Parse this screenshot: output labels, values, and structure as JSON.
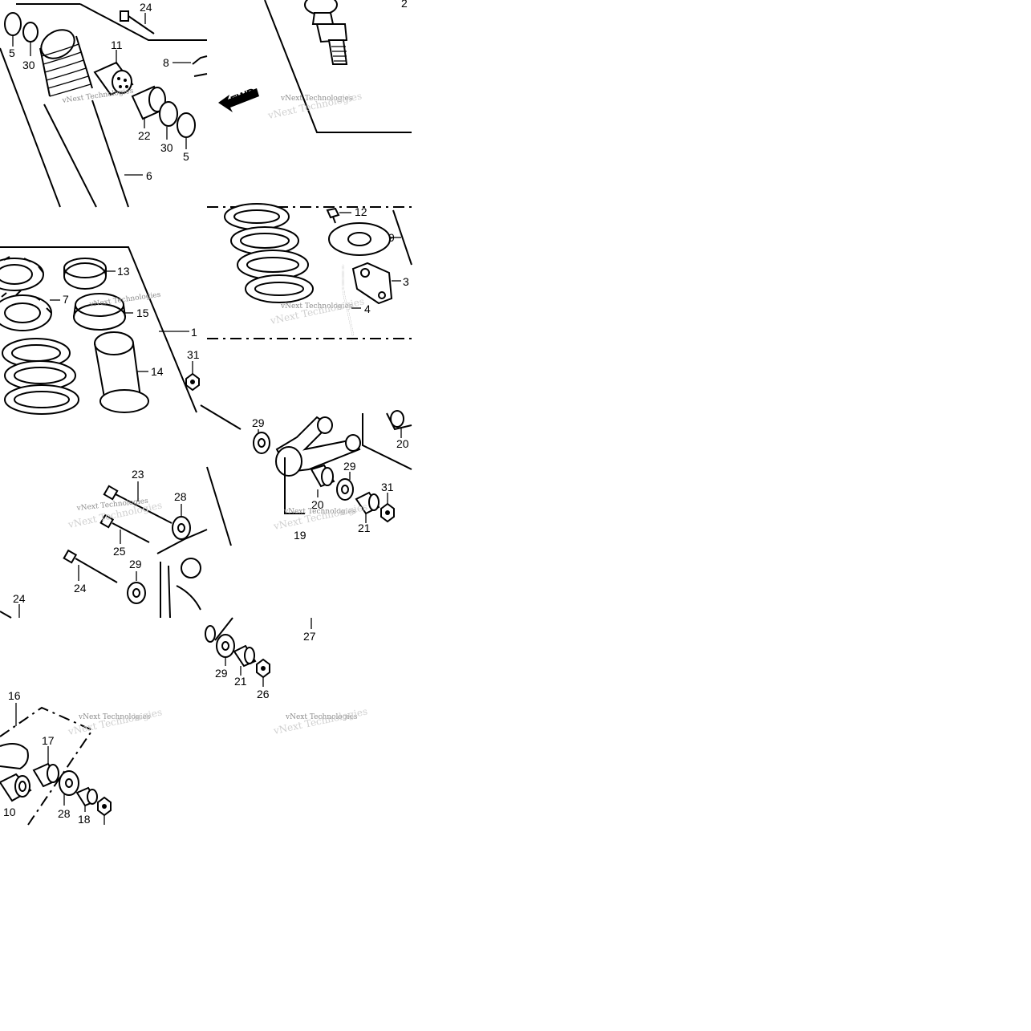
{
  "diagram": {
    "labels": {
      "l5a": "5",
      "l30a": "30",
      "l24a": "24",
      "l11": "11",
      "l8": "8",
      "l22": "22",
      "l30b": "30",
      "l5b": "5",
      "l6": "6",
      "l2": "2",
      "l12": "12",
      "l9": "9",
      "l3": "3",
      "l4": "4",
      "l13": "13",
      "l7": "7",
      "l15": "15",
      "l1": "1",
      "l31a": "31",
      "l14": "14",
      "l29a": "29",
      "l20a": "20",
      "l29b": "29",
      "l31b": "31",
      "l20b": "20",
      "l21a": "21",
      "l19": "19",
      "l23": "23",
      "l28a": "28",
      "l25": "25",
      "l29c": "29",
      "l24b": "24",
      "l24c": "24",
      "l27": "27",
      "l29d": "29",
      "l21b": "21",
      "l26": "26",
      "l16": "16",
      "l17": "17",
      "l10": "10",
      "l28b": "28",
      "l18": "18"
    },
    "direction_arrow": "FWD",
    "watermark": "vNext Technologies",
    "watermark_faint": "vNext Technologies"
  }
}
